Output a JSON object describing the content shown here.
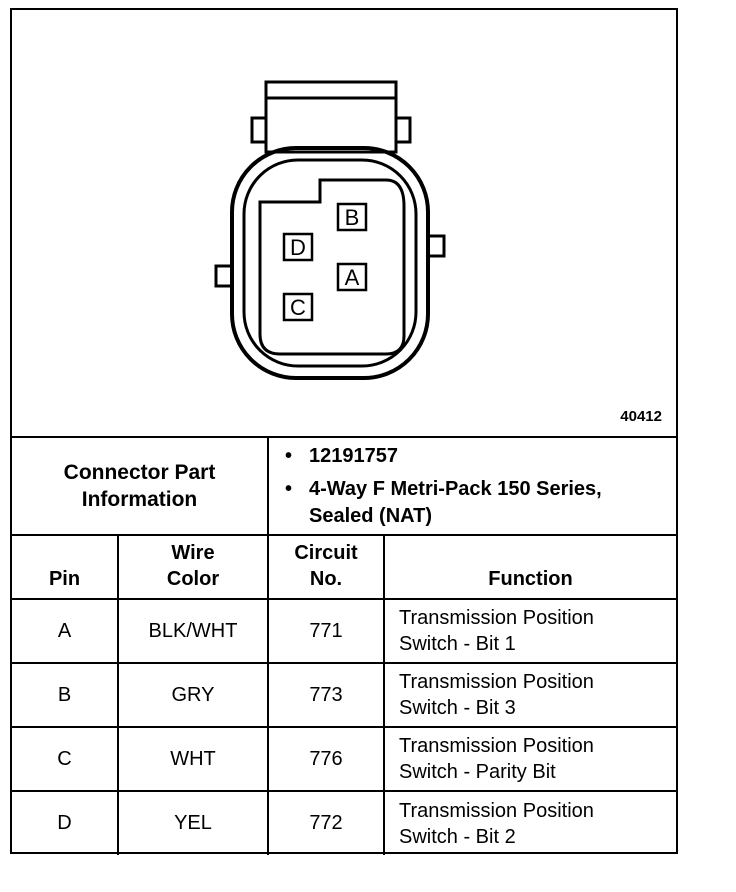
{
  "figure_id": "40412",
  "connector": {
    "pins": [
      "A",
      "B",
      "C",
      "D"
    ]
  },
  "info": {
    "heading": "Connector Part Information",
    "items": [
      "12191757",
      "4-Way F Metri-Pack 150 Series, Sealed (NAT)"
    ],
    "bullet": "•"
  },
  "columns": {
    "pin": "Pin",
    "wire_color_1": "Wire",
    "wire_color_2": "Color",
    "circuit_1": "Circuit",
    "circuit_2": "No.",
    "function": "Function"
  },
  "rows": [
    {
      "pin": "A",
      "wire": "BLK/WHT",
      "circuit": "771",
      "function_1": "Transmission Position",
      "function_2": "Switch - Bit 1"
    },
    {
      "pin": "B",
      "wire": "GRY",
      "circuit": "773",
      "function_1": "Transmission Position",
      "function_2": "Switch - Bit 3"
    },
    {
      "pin": "C",
      "wire": "WHT",
      "circuit": "776",
      "function_1": "Transmission Position",
      "function_2": "Switch - Parity Bit"
    },
    {
      "pin": "D",
      "wire": "YEL",
      "circuit": "772",
      "function_1": "Transmission Position",
      "function_2": "Switch - Bit 2"
    }
  ]
}
